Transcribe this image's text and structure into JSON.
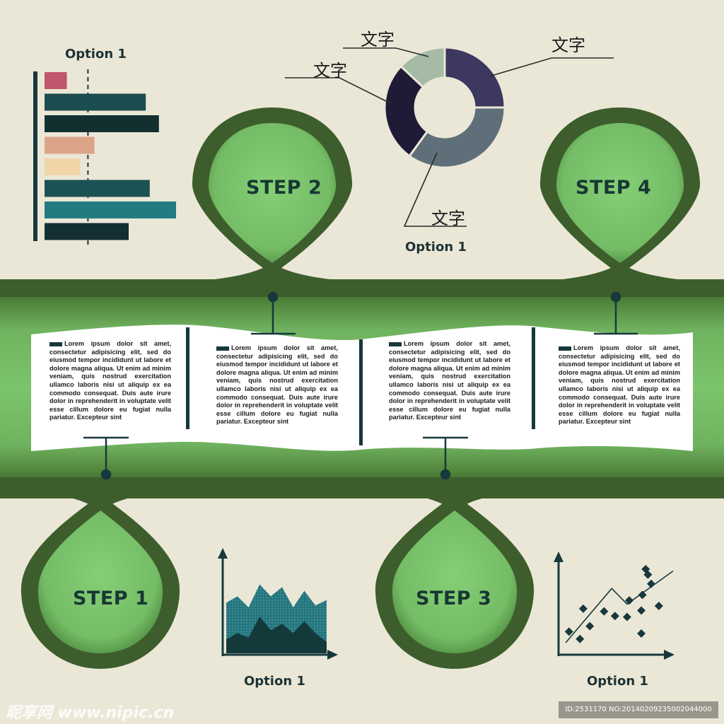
{
  "colors": {
    "background": "#ebe7d7",
    "ribbon_dark": "#3d5e2c",
    "ribbon_light": "#77bd68",
    "drop_light": "#7dc46f",
    "text_dark": "#173834"
  },
  "steps": [
    {
      "label": "STEP 1"
    },
    {
      "label": "STEP 2"
    },
    {
      "label": "STEP 3"
    },
    {
      "label": "STEP 4"
    }
  ],
  "text_blocks": [
    {
      "text": "Lorem ipsum dolor sit amet, consectetur adipisicing elit, sed do eiusmod tempor incididunt ut labore et dolore magna aliqua. Ut enim ad minim veniam, quis nostrud exercitation ullamco laboris nisi ut aliquip ex ea commodo consequat. Duis aute irure dolor in reprehenderit in voluptate velit esse cillum dolore eu fugiat nulla pariatur. Excepteur sint"
    },
    {
      "text": "Lorem ipsum dolor sit amet, consectetur adipisicing elit, sed do eiusmod tempor incididunt ut labore et dolore magna aliqua. Ut enim ad minim veniam, quis nostrud exercitation ullamco laboris nisi ut aliquip ex ea commodo consequat. Duis aute irure dolor in reprehenderit in voluptate velit esse cillum dolore eu fugiat nulla pariatur. Excepteur sint"
    },
    {
      "text": "Lorem ipsum dolor sit amet, consectetur adipisicing elit, sed do eiusmod tempor incididunt ut labore et dolore magna aliqua. Ut enim ad minim veniam, quis nostrud exercitation ullamco laboris nisi ut aliquip ex ea commodo consequat. Duis aute irure dolor in reprehenderit in voluptate velit esse cillum dolore eu fugiat nulla pariatur. Excepteur sint"
    },
    {
      "text": "Lorem ipsum dolor sit amet, consectetur adipisicing elit, sed do eiusmod tempor incididunt ut labore et dolore magna aliqua. Ut enim ad minim veniam, quis nostrud exercitation ullamco laboris nisi ut aliquip ex ea commodo consequat. Duis aute irure dolor in reprehenderit in voluptate velit esse cillum dolore eu fugiat nulla pariatur. Excepteur sint"
    }
  ],
  "chart_data": [
    {
      "type": "bar",
      "orientation": "horizontal",
      "title": "Option 1",
      "values": [
        0.17,
        0.77,
        0.87,
        0.38,
        0.27,
        0.8,
        1.0,
        0.64
      ],
      "colors": [
        "#c0566c",
        "#1b4c4f",
        "#12302f",
        "#dba489",
        "#f0d5a8",
        "#1d5254",
        "#237b82",
        "#142f31"
      ],
      "reference_line": 0.33,
      "grid": false
    },
    {
      "type": "pie",
      "variant": "donut",
      "title": "Option 1",
      "slices": [
        {
          "label": "文字",
          "value": 25,
          "color": "#3d3860"
        },
        {
          "label": "文字",
          "value": 35,
          "color": "#5f6f79"
        },
        {
          "label": "文字",
          "value": 27,
          "color": "#1f1a35"
        },
        {
          "label": "文字",
          "value": 13,
          "color": "#a6bba6"
        }
      ]
    },
    {
      "type": "area",
      "title": "Option 1",
      "series": [
        {
          "values": [
            0.55,
            0.62,
            0.5,
            0.75,
            0.62,
            0.72,
            0.5,
            0.68,
            0.52,
            0.58
          ],
          "color": "#23757e"
        },
        {
          "values": [
            0.15,
            0.22,
            0.17,
            0.4,
            0.25,
            0.32,
            0.22,
            0.35,
            0.22,
            0.12
          ],
          "color": "#13393a"
        }
      ],
      "grid": false
    },
    {
      "type": "scatter",
      "title": "Option 1",
      "points": [
        [
          0.05,
          0.22
        ],
        [
          0.15,
          0.14
        ],
        [
          0.24,
          0.28
        ],
        [
          0.18,
          0.47
        ],
        [
          0.37,
          0.44
        ],
        [
          0.47,
          0.39
        ],
        [
          0.6,
          0.56
        ],
        [
          0.58,
          0.38
        ],
        [
          0.71,
          0.45
        ],
        [
          0.72,
          0.62
        ],
        [
          0.75,
          0.9
        ],
        [
          0.8,
          0.74
        ],
        [
          0.71,
          0.2
        ],
        [
          0.77,
          0.84
        ],
        [
          0.87,
          0.5
        ]
      ],
      "trend": [
        [
          0.02,
          0.1
        ],
        [
          0.44,
          0.69
        ],
        [
          0.58,
          0.52
        ],
        [
          1.0,
          0.88
        ]
      ],
      "grid": false
    }
  ],
  "watermark": {
    "left": "昵享网 www.nipic.cn",
    "right": "ID:2531170 NO:20140209235002044000"
  }
}
